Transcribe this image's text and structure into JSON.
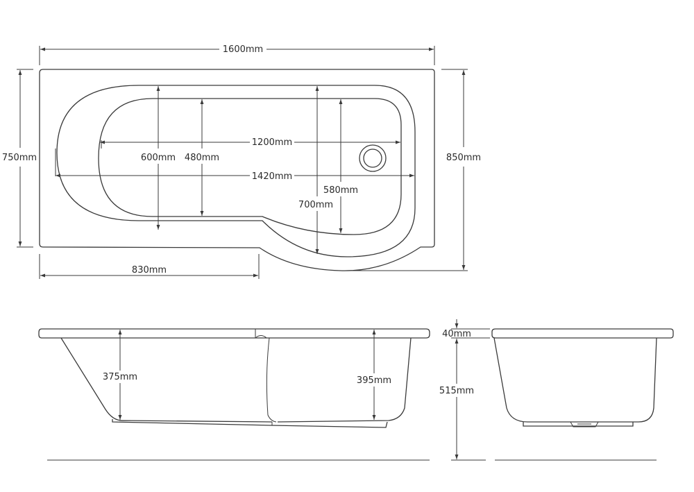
{
  "dimensions": {
    "overall_length": "1600mm",
    "overall_width": "750mm",
    "max_width": "850mm",
    "inner_length_top": "1200mm",
    "inner_length_bottom": "1420mm",
    "inner_width_outer": "600mm",
    "inner_width_inner": "480mm",
    "shower_width_inner": "580mm",
    "shower_width_outer": "700mm",
    "straight_section": "830mm",
    "depth_left": "375mm",
    "depth_right": "395mm",
    "rim_thickness": "40mm",
    "total_height": "515mm"
  }
}
